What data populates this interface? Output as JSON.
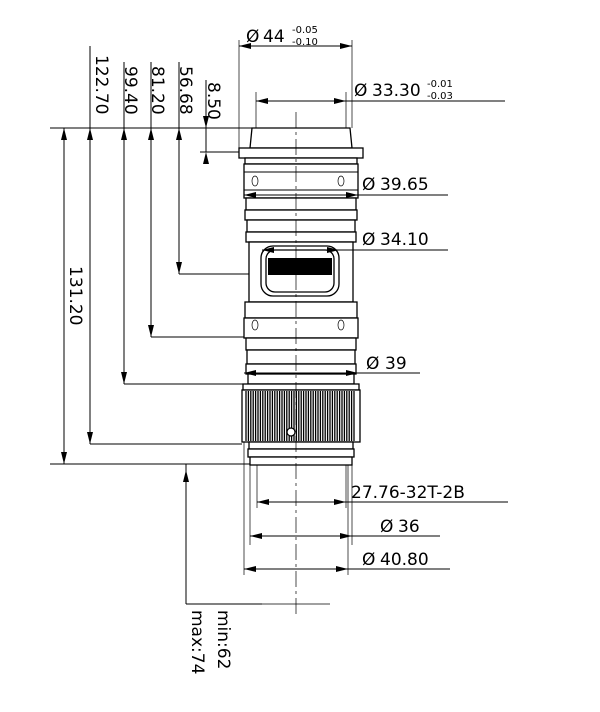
{
  "title": "",
  "dims": {
    "d_top_value": "44",
    "d_top_tol_upper": "-0.05",
    "d_top_tol_lower": "-0.10",
    "d_face_value": "33.30",
    "d_face_tol_upper": "-0.01",
    "d_face_tol_lower": "-0.03",
    "d_3965": "39.65",
    "d_3410": "34.10",
    "d_39": "39",
    "thread": "27.76-32T-2B",
    "d_36": "36",
    "d_4080": "40.80",
    "v_12270": "122.70",
    "v_9940": "99.40",
    "v_8120": "81.20",
    "v_5668": "56.68",
    "v_850": "8.50",
    "v_13120": "131.20",
    "min": "min:62",
    "max": "max:74"
  },
  "symbols": {
    "diameter": "Ø"
  }
}
